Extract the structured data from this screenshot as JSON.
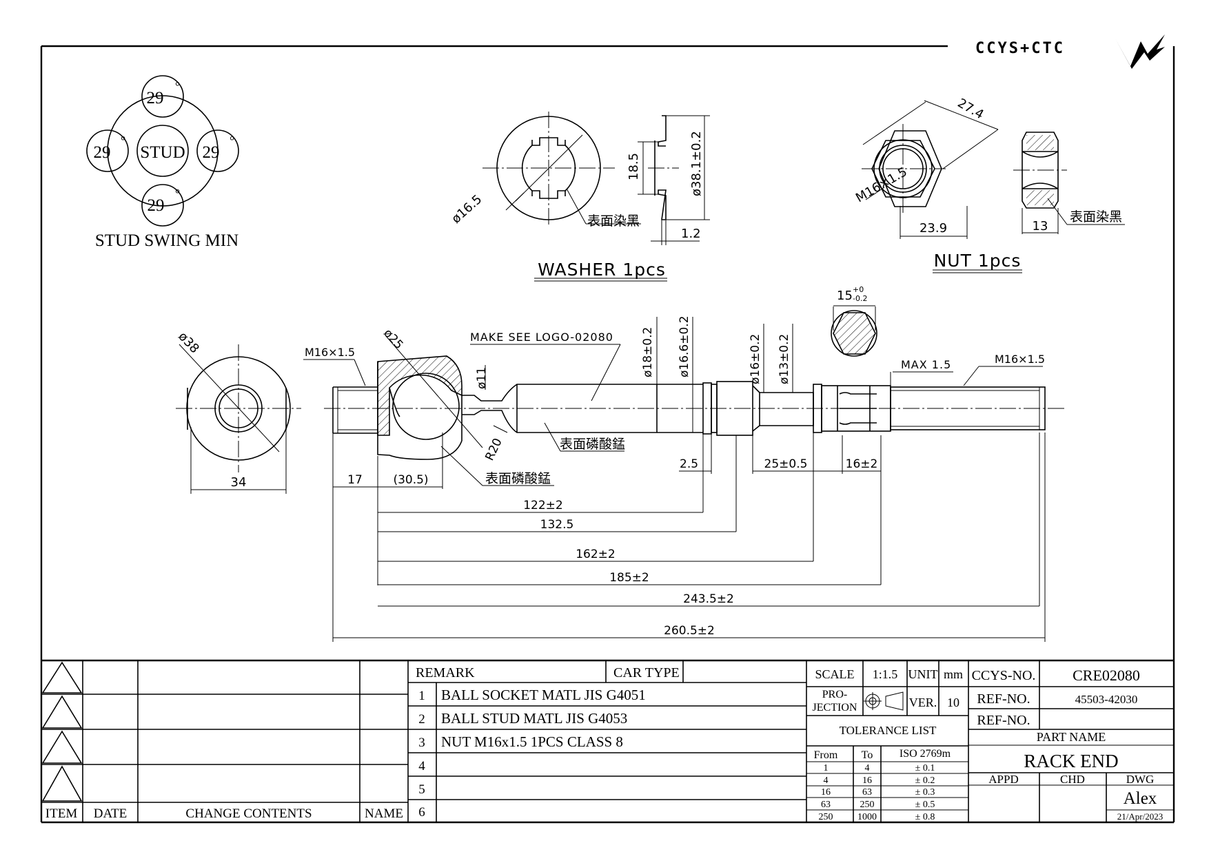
{
  "logo": {
    "text": "CCYS+CTC"
  },
  "swing": {
    "center": "STUD",
    "top": "29",
    "left": "29",
    "right": "29",
    "bottom": "29",
    "degree": "°",
    "caption": "STUD SWING MIN"
  },
  "washer": {
    "dia_inner": "ø16.5",
    "slot": "18.5",
    "dia_outer": "ø38.1±0.2",
    "thickness": "1.2",
    "surface_note": "表面染黑",
    "caption": "WASHER 1pcs"
  },
  "nut": {
    "across_corners": "27.4",
    "thread": "M16×1.5",
    "across_flats": "23.9",
    "height": "13",
    "surface_note": "表面染黑",
    "caption": "NUT 1pcs"
  },
  "main": {
    "dia_38": "ø38",
    "w34": "34",
    "thread_left": "M16×1.5",
    "dia_25": "ø25",
    "logo_note": "MAKE SEE LOGO-02080",
    "dia_11": "ø11",
    "r20": "R20",
    "dia_18": "ø18±0.2",
    "dia_16_6": "ø16.6±0.2",
    "dia_16": "ø16±0.2",
    "dia_13": "ø13±0.2",
    "hex_15": "15",
    "hex_tol_up": "+0",
    "hex_tol_dn": "-0.2",
    "max_15": "MAX 1.5",
    "thread_right": "M16×1.5",
    "surface_1": "表面磷酸錳",
    "surface_2": "表面磷酸錳",
    "d17": "17",
    "d30_5": "(30.5)",
    "d2_5": "2.5",
    "d25": "25±0.5",
    "d16": "16±2",
    "d122": "122±2",
    "d132_5": "132.5",
    "d162": "162±2",
    "d185": "185±2",
    "d243_5": "243.5±2",
    "d260_5": "260.5±2"
  },
  "revision": {
    "headers": {
      "item": "ITEM",
      "date": "DATE",
      "change": "CHANGE CONTENTS",
      "name": "NAME"
    }
  },
  "remarks": {
    "remark_label": "REMARK",
    "car_type_label": "CAR TYPE",
    "rows": [
      {
        "no": "1",
        "text": "BALL SOCKET MATL JIS G4051"
      },
      {
        "no": "2",
        "text": "BALL STUD MATL JIS G4053"
      },
      {
        "no": "3",
        "text": "NUT M16x1.5 1PCS CLASS 8"
      },
      {
        "no": "4",
        "text": ""
      },
      {
        "no": "5",
        "text": ""
      },
      {
        "no": "6",
        "text": ""
      }
    ]
  },
  "spec": {
    "scale_label": "SCALE",
    "scale": "1:1.5",
    "unit_label": "UNIT",
    "unit": "mm",
    "projection_1": "PRO-",
    "projection_2": "JECTION",
    "ver_label": "VER.",
    "ver": "10",
    "tolerance_title": "TOLERANCE LIST",
    "tol_headers": {
      "from": "From",
      "to": "To",
      "iso": "ISO 2769m"
    },
    "tol_rows": [
      {
        "from": "1",
        "to": "4",
        "tol": "± 0.1"
      },
      {
        "from": "4",
        "to": "16",
        "tol": "± 0.2"
      },
      {
        "from": "16",
        "to": "63",
        "tol": "± 0.3"
      },
      {
        "from": "63",
        "to": "250",
        "tol": "± 0.5"
      },
      {
        "from": "250",
        "to": "1000",
        "tol": "± 0.8"
      }
    ]
  },
  "ident": {
    "ccys_label": "CCYS-NO.",
    "ccys_no": "CRE02080",
    "ref_label_1": "REF-NO.",
    "ref_no_1": "45503-42030",
    "ref_label_2": "REF-NO.",
    "ref_no_2": "",
    "part_name_label": "PART NAME",
    "part_name": "RACK END",
    "appd_label": "APPD",
    "chd_label": "CHD",
    "dwg_label": "DWG",
    "dwg_by": "Alex",
    "date": "21/Apr/2023"
  }
}
